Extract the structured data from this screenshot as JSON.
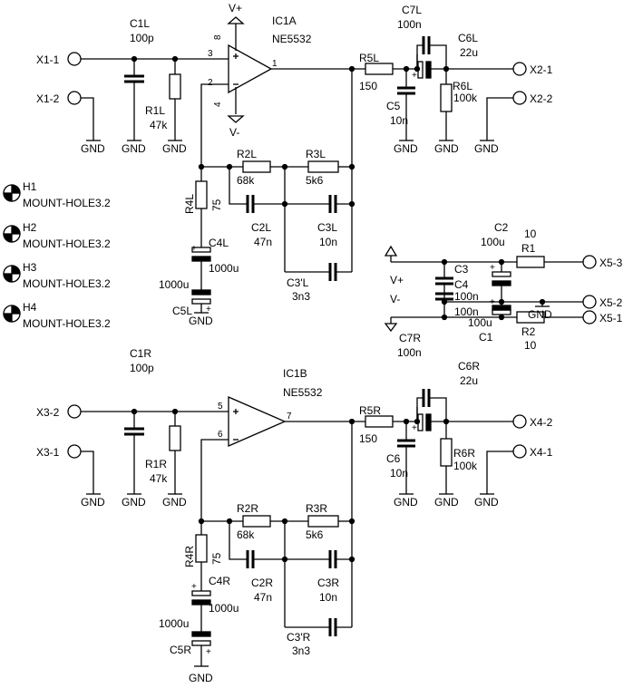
{
  "supply": {
    "vplus": "V+",
    "vminus": "V-"
  },
  "mount_holes": [
    {
      "ref": "H1",
      "value": "MOUNT-HOLE3.2"
    },
    {
      "ref": "H2",
      "value": "MOUNT-HOLE3.2"
    },
    {
      "ref": "H3",
      "value": "MOUNT-HOLE3.2"
    },
    {
      "ref": "H4",
      "value": "MOUNT-HOLE3.2"
    }
  ],
  "gnd": "GND",
  "left": {
    "in1": "X1-1",
    "in2": "X1-2",
    "out1": "X2-1",
    "out2": "X2-2",
    "opamp": {
      "ref": "IC1A",
      "value": "NE5532",
      "pin_plus": "3",
      "pin_minus": "2",
      "pin_out": "1",
      "pin_vp": "8",
      "pin_vm": "4"
    },
    "c1": {
      "ref": "C1L",
      "value": "100p"
    },
    "r1": {
      "ref": "R1L",
      "value": "47k"
    },
    "r2": {
      "ref": "R2L",
      "value": "68k"
    },
    "r3": {
      "ref": "R3L",
      "value": "5k6"
    },
    "r4": {
      "ref": "R4L",
      "value": "75"
    },
    "c2": {
      "ref": "C2L",
      "value": "47n"
    },
    "c3": {
      "ref": "C3L",
      "value": "10n"
    },
    "c3p": {
      "ref": "C3'L",
      "value": "3n3"
    },
    "c4": {
      "ref": "C4L",
      "value": "1000u"
    },
    "c5": {
      "ref": "C5L",
      "value": "1000u"
    },
    "r5": {
      "ref": "R5L",
      "value": "150"
    },
    "c5s": {
      "ref": "C5",
      "value": "10n"
    },
    "c7": {
      "ref": "C7L",
      "value": "100n"
    },
    "c6": {
      "ref": "C6L",
      "value": "22u"
    },
    "r6": {
      "ref": "R6L",
      "value": "100k"
    }
  },
  "right": {
    "in1": "X3-2",
    "in2": "X3-1",
    "out1": "X4-2",
    "out2": "X4-1",
    "opamp": {
      "ref": "IC1B",
      "value": "NE5532",
      "pin_plus": "5",
      "pin_minus": "6",
      "pin_out": "7"
    },
    "c1": {
      "ref": "C1R",
      "value": "100p"
    },
    "r1": {
      "ref": "R1R",
      "value": "47k"
    },
    "r2": {
      "ref": "R2R",
      "value": "68k"
    },
    "r3": {
      "ref": "R3R",
      "value": "5k6"
    },
    "r4": {
      "ref": "R4R",
      "value": "75"
    },
    "c2": {
      "ref": "C2R",
      "value": "47n"
    },
    "c3": {
      "ref": "C3R",
      "value": "10n"
    },
    "c3p": {
      "ref": "C3'R",
      "value": "3n3"
    },
    "c4": {
      "ref": "C4R",
      "value": "1000u"
    },
    "c5": {
      "ref": "C5R",
      "value": "1000u"
    },
    "r5": {
      "ref": "R5R",
      "value": "150"
    },
    "c5s": {
      "ref": "C6",
      "value": "10n"
    },
    "c7": {
      "ref": "C7R",
      "value": "100n"
    },
    "c6": {
      "ref": "C6R",
      "value": "22u"
    },
    "r6": {
      "ref": "R6R",
      "value": "100k"
    }
  },
  "psu": {
    "c2": {
      "ref": "C2",
      "value": "100u"
    },
    "r1": {
      "ref": "R1",
      "value": "10"
    },
    "c3": {
      "ref": "C3",
      "value": "100n"
    },
    "c4": {
      "ref": "C4",
      "value": "100n"
    },
    "c1": {
      "ref": "C1",
      "value": "100u"
    },
    "r2": {
      "ref": "R2",
      "value": "10"
    },
    "x53": "X5-3",
    "x52": "X5-2",
    "x51": "X5-1"
  }
}
